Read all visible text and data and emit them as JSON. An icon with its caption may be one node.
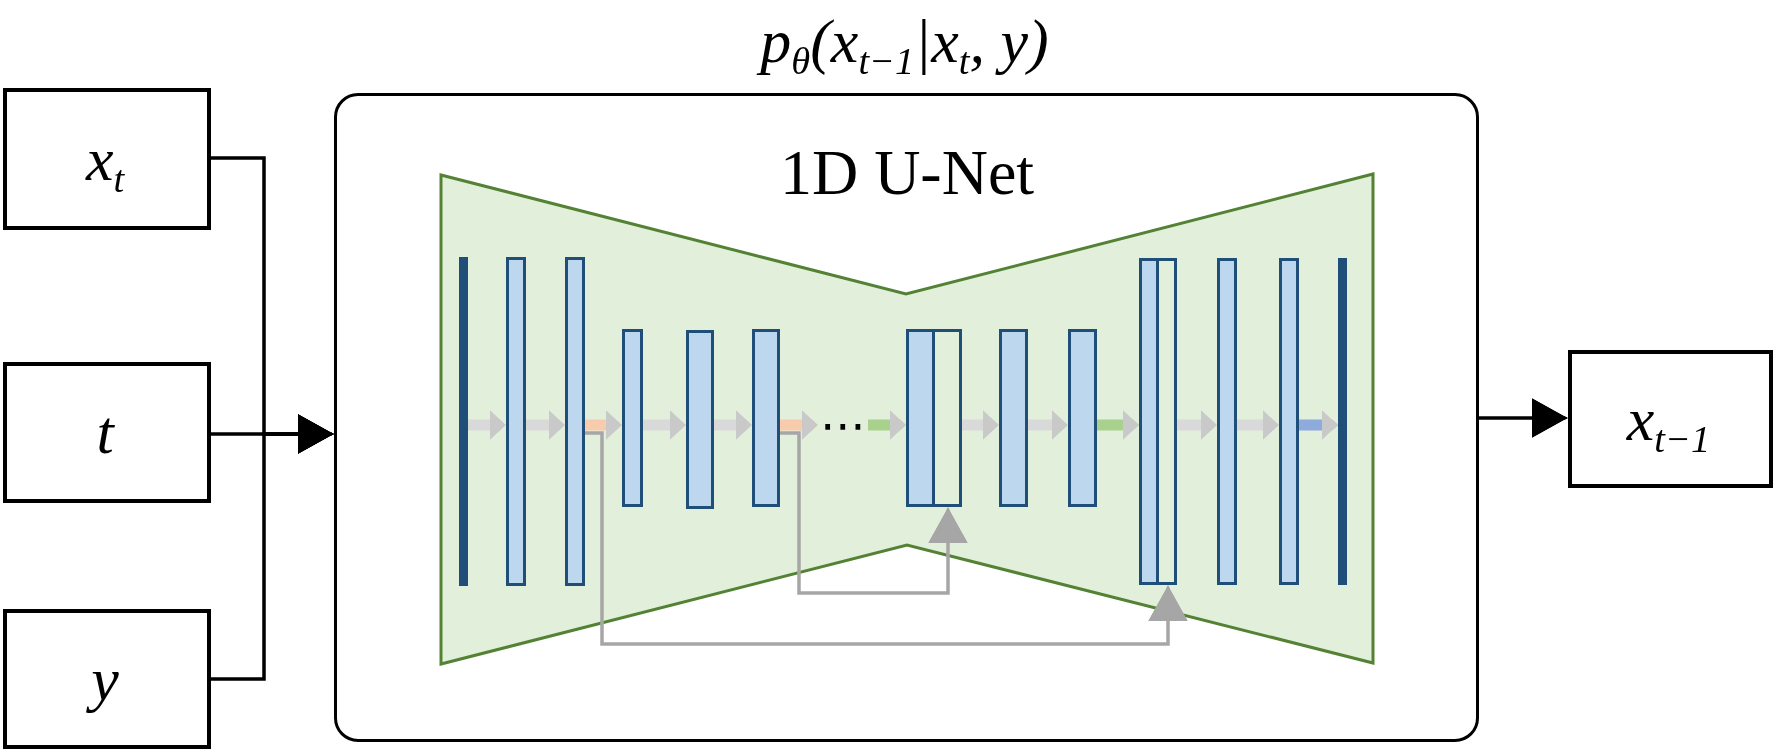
{
  "diagram": {
    "nodes": [
      {
        "text": [
          "x$_{t}$"
        ]
      },
      {
        "text": [
          "t"
        ]
      },
      {
        "text": [
          "y"
        ]
      },
      {
        "text": [
          "p$_{θ}$(x$_{t−1}$|x$_{t}$, y)"
        ]
      },
      {
        "text": [
          "1D U-Net"
        ],
        "in": 3
      },
      {
        "text": [],
        "shape": "bar",
        "in": 4
      },
      {
        "text": [],
        "shape": "bar",
        "in": 4
      },
      {
        "text": [],
        "shape": "bar",
        "in": 4
      },
      {
        "text": [],
        "shape": "bar",
        "in": 4
      },
      {
        "text": [],
        "shape": "bar",
        "in": 4
      },
      {
        "text": [],
        "shape": "bar",
        "in": 4
      },
      {
        "text": [
          "⋯"
        ],
        "in": 4
      },
      {
        "text": [],
        "shape": "bar",
        "in": 4
      },
      {
        "text": [],
        "shape": "bar",
        "in": 4
      },
      {
        "text": [],
        "shape": "bar",
        "in": 4
      },
      {
        "text": [],
        "shape": "bar",
        "in": 4
      },
      {
        "text": [],
        "shape": "bar",
        "in": 4
      },
      {
        "text": [],
        "shape": "bar",
        "in": 4
      },
      {
        "text": [],
        "shape": "bar",
        "in": 4
      },
      {
        "text": [
          "x$_{t−1}$"
        ]
      }
    ],
    "edges": [
      {
        "from": 0,
        "to": 3,
        "arrow": "to",
        "color": "#000000"
      },
      {
        "from": 1,
        "to": 3,
        "arrow": "to",
        "color": "#000000"
      },
      {
        "from": 2,
        "to": 3,
        "arrow": "to",
        "color": "#000000"
      },
      {
        "from": 3,
        "to": 19,
        "arrow": "to",
        "color": "#000000"
      },
      {
        "from": 5,
        "to": 6,
        "arrow": "to"
      },
      {
        "from": 6,
        "to": 7,
        "arrow": "to"
      },
      {
        "from": 7,
        "to": 8,
        "arrow": "to",
        "color": "#f8cbad"
      },
      {
        "from": 8,
        "to": 9,
        "arrow": "to"
      },
      {
        "from": 9,
        "to": 10,
        "arrow": "to"
      },
      {
        "from": 10,
        "to": 11,
        "arrow": "to",
        "color": "#f8cbad"
      },
      {
        "from": 11,
        "to": 12,
        "arrow": "to",
        "color": "#a9d18e"
      },
      {
        "from": 12,
        "to": 13,
        "arrow": "to"
      },
      {
        "from": 13,
        "to": 14,
        "arrow": "to"
      },
      {
        "from": 14,
        "to": 15,
        "arrow": "to",
        "color": "#a9d18e"
      },
      {
        "from": 15,
        "to": 16,
        "arrow": "to"
      },
      {
        "from": 16,
        "to": 17,
        "arrow": "to"
      },
      {
        "from": 17,
        "to": 18,
        "arrow": "to",
        "color": "#8faadc"
      },
      {
        "from": 7,
        "to": 15,
        "arrow": "to",
        "color": "#a6a6a6"
      },
      {
        "from": 10,
        "to": 12,
        "arrow": "to",
        "color": "#a6a6a6"
      }
    ]
  }
}
